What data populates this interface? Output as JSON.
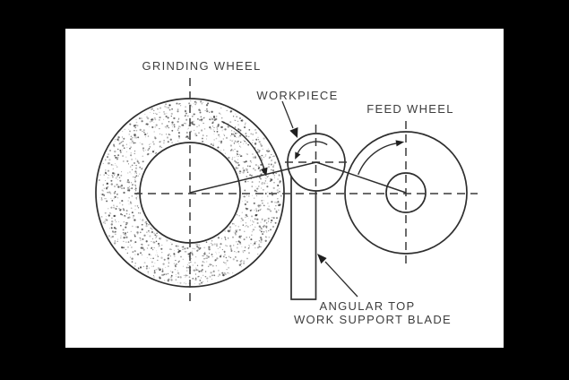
{
  "diagram": {
    "description": "Centerless grinding process schematic",
    "labels": {
      "grinding_wheel": "GRINDING WHEEL",
      "workpiece": "WORKPIECE",
      "feed_wheel": "FEED WHEEL",
      "blade_line1": "ANGULAR TOP",
      "blade_line2": "WORK SUPPORT BLADE"
    },
    "colors": {
      "frame_background": "#000000",
      "canvas": "#ffffff",
      "line": "#2e2e2e",
      "text": "#3d3d3d"
    }
  }
}
